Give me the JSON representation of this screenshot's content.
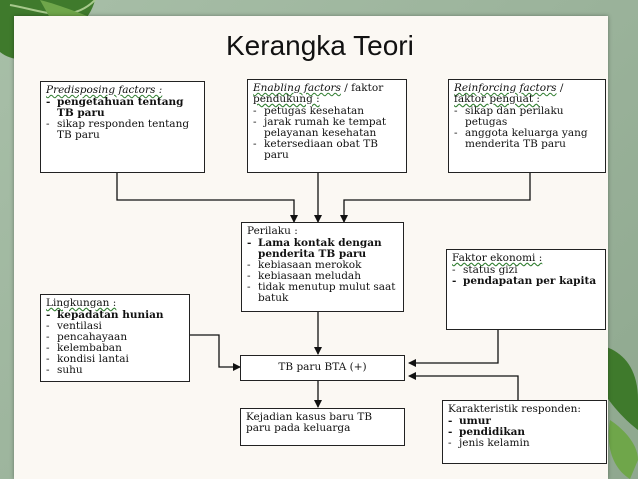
{
  "title": "Kerangka Teori",
  "boxes": {
    "predisposing": {
      "head_underlined": "Predisposing factors :",
      "items": [
        "pengetahuan tentang TB paru",
        "sikap responden tentang TB paru"
      ],
      "bold": [
        true,
        false
      ]
    },
    "enabling": {
      "head_underlined": "Enabling factors",
      "head_rest": " / faktor",
      "head_line2": "pendukung :",
      "items": [
        "petugas kesehatan",
        "jarak rumah ke tempat pelayanan kesehatan",
        "ketersediaan obat TB paru"
      ]
    },
    "reinforcing": {
      "head_underlined": "Reinforcing factors",
      "head_rest": " /",
      "head_line2": "faktor penguat :",
      "items": [
        "sikap dan perilaku petugas",
        "anggota keluarga yang menderita TB paru"
      ]
    },
    "perilaku": {
      "head": "Perilaku :",
      "items": [
        "Lama kontak dengan penderita TB paru",
        "kebiasaan merokok",
        "kebiasaan meludah",
        "tidak menutup mulut saat batuk"
      ],
      "bold": [
        true,
        false,
        false,
        false
      ]
    },
    "ekonomi": {
      "head": "Faktor ekonomi :",
      "items": [
        "status gizi",
        "pendapatan per kapita"
      ],
      "bold": [
        false,
        true
      ]
    },
    "lingkungan": {
      "head": "Lingkungan :",
      "items": [
        "kepadatan hunian",
        "ventilasi",
        "pencahayaan",
        "kelembaban",
        "kondisi lantai",
        "suhu"
      ],
      "bold": [
        true,
        false,
        false,
        false,
        false,
        false
      ]
    },
    "tb": {
      "label": "TB paru BTA (+)"
    },
    "kejadian": {
      "label": "Kejadian kasus baru TB paru pada keluarga"
    },
    "karakteristik": {
      "head": "Karakteristik responden:",
      "items": [
        "umur",
        "pendidikan",
        "jenis kelamin"
      ],
      "bold": [
        true,
        true,
        false
      ]
    }
  },
  "colors": {
    "leaf": "#3f7a2c",
    "leaf_light": "#6fa64a",
    "background": "#9fb89f"
  }
}
